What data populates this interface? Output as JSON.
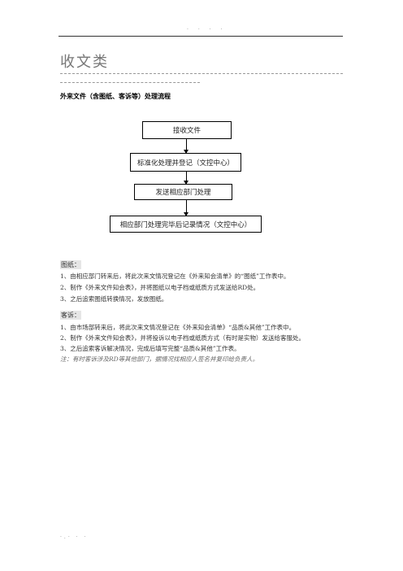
{
  "header": {
    "dots": "· · · ·"
  },
  "title": "收文类",
  "subtitle": "外来文件（含图纸、客诉等）处理流程",
  "flow": [
    "接收文件",
    "标准化处理并登记（文控中心）",
    "发送相应部门处理",
    "相应部门处理完毕后记录情况（文控中心）"
  ],
  "drawings": {
    "label": "图纸：",
    "lines": [
      "1、由相应部门转来后，将此次来文情况登记在《外来知会清单》的“图纸”工作表中。",
      "2、制作《外来文件知会表》，并将图纸以电子档或纸质方式发送给RD处。",
      "3、之后追索图纸转换情况，发放图纸。"
    ]
  },
  "complaints": {
    "label": "客诉：",
    "lines": [
      "1、由市场部转来后，将此次来文情况登记在《外来知会清单》“品质&其他”工作表中。",
      "2、制作《外来文件知会表》，并将投诉以电子档或纸质方式（有时是实物）发送给客服处。",
      "3、之后追索客诉解决情况，完成后填写完整“品质&其他”工作表。"
    ],
    "note": "注：有时客诉涉及RD等其他部门，据情况找相应人签名并复印给负责人。"
  },
  "footer": {
    "text": "·.·   ·     ·"
  }
}
